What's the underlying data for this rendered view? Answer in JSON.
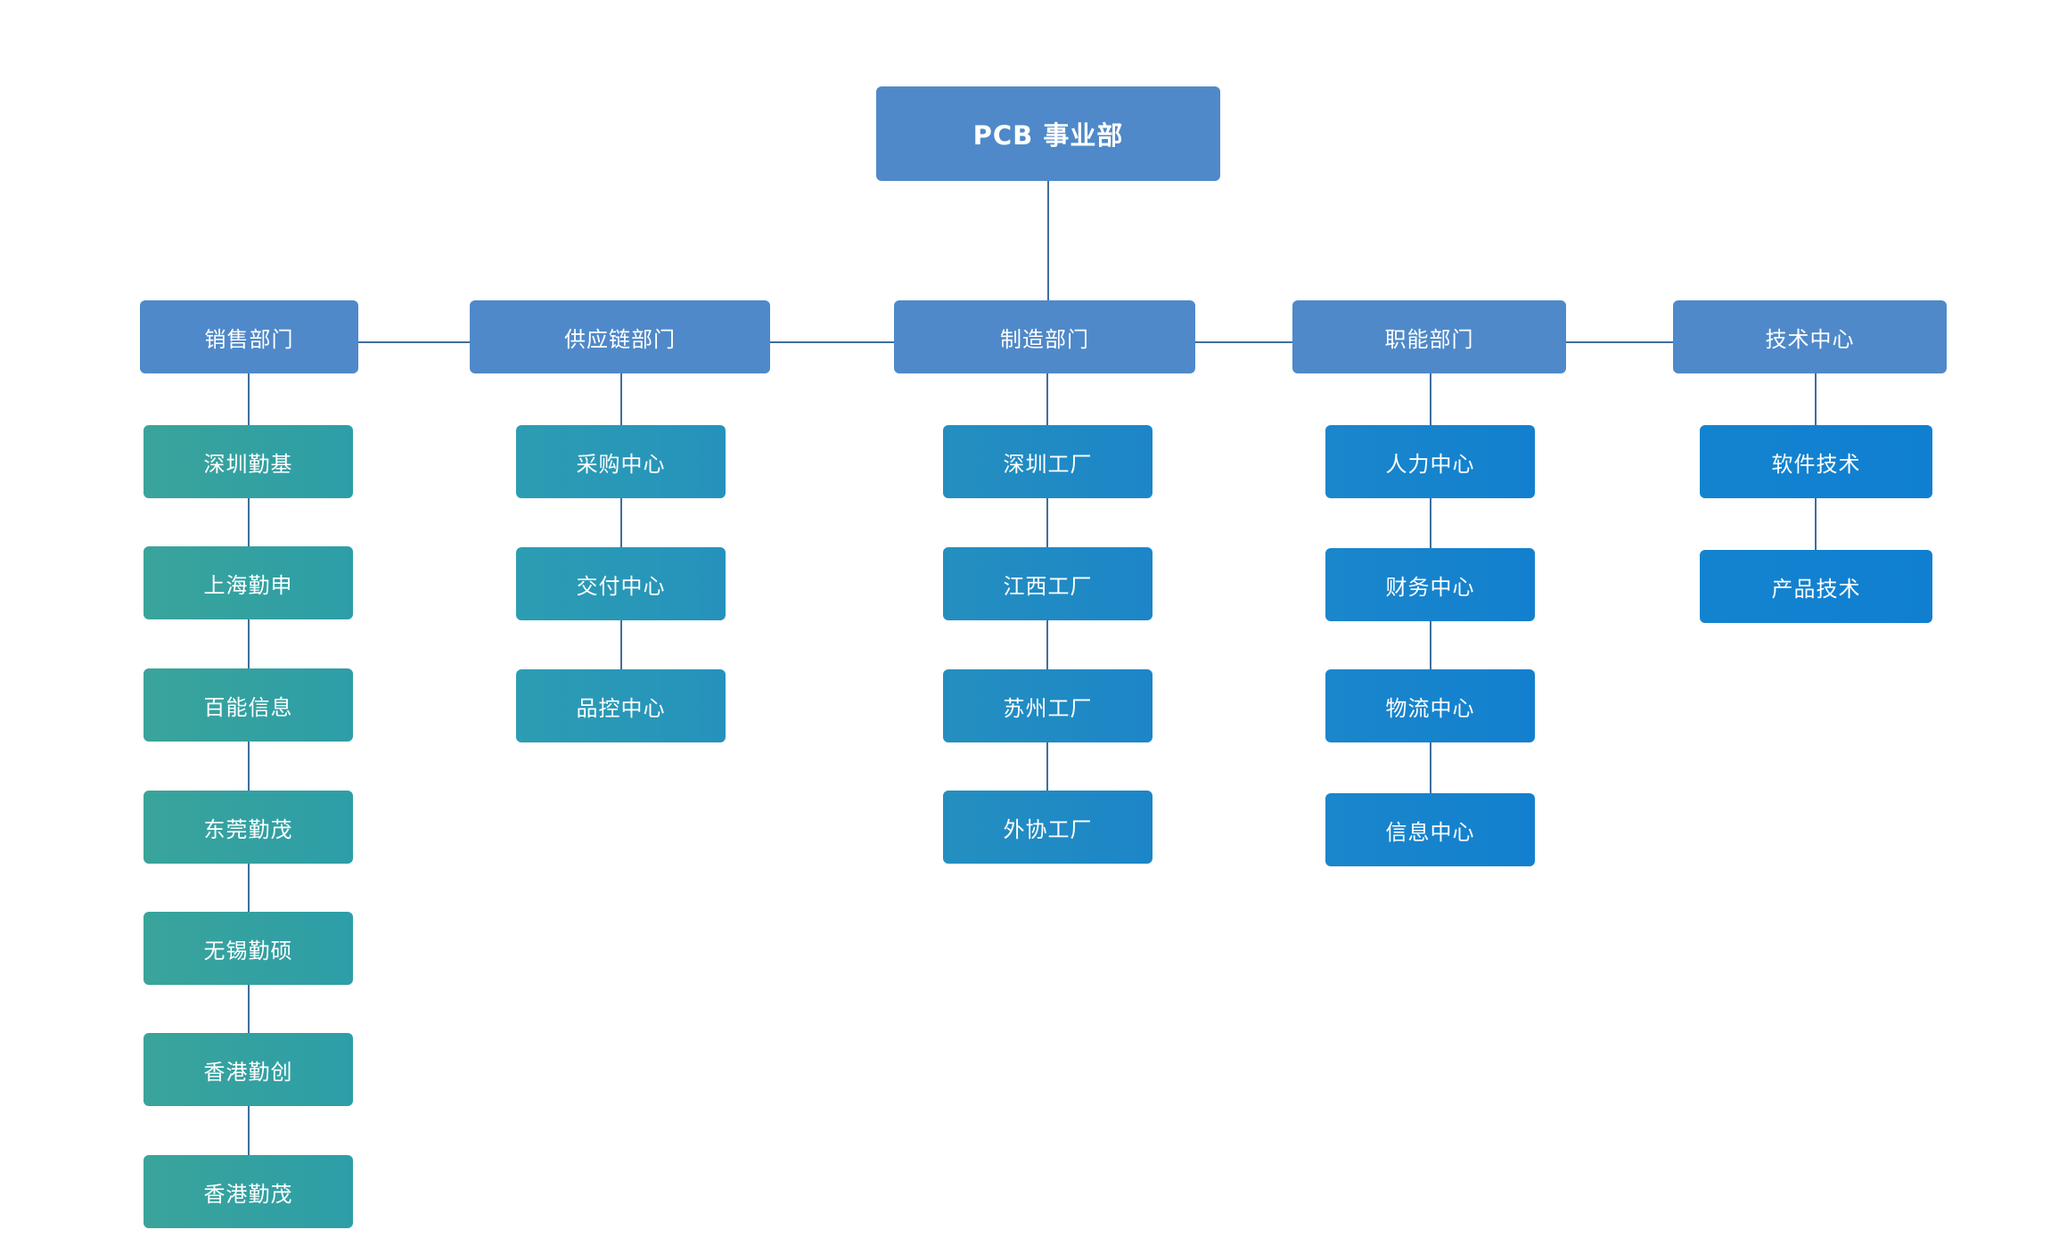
{
  "root": {
    "label": "PCB 事业部"
  },
  "departments": [
    {
      "label": "销售部门",
      "children": [
        "深圳勤基",
        "上海勤申",
        "百能信息",
        "东莞勤茂",
        "无锡勤硕",
        "香港勤创",
        "香港勤茂"
      ]
    },
    {
      "label": "供应链部门",
      "children": [
        "采购中心",
        "交付中心",
        "品控中心"
      ]
    },
    {
      "label": "制造部门",
      "children": [
        "深圳工厂",
        "江西工厂",
        "苏州工厂",
        "外协工厂"
      ]
    },
    {
      "label": "职能部门",
      "children": [
        "人力中心",
        "财务中心",
        "物流中心",
        "信息中心"
      ]
    },
    {
      "label": "技术中心",
      "children": [
        "软件技术",
        "产品技术"
      ]
    }
  ],
  "colors": {
    "line": "#3f6f9f",
    "dept": "#4f89c9"
  }
}
